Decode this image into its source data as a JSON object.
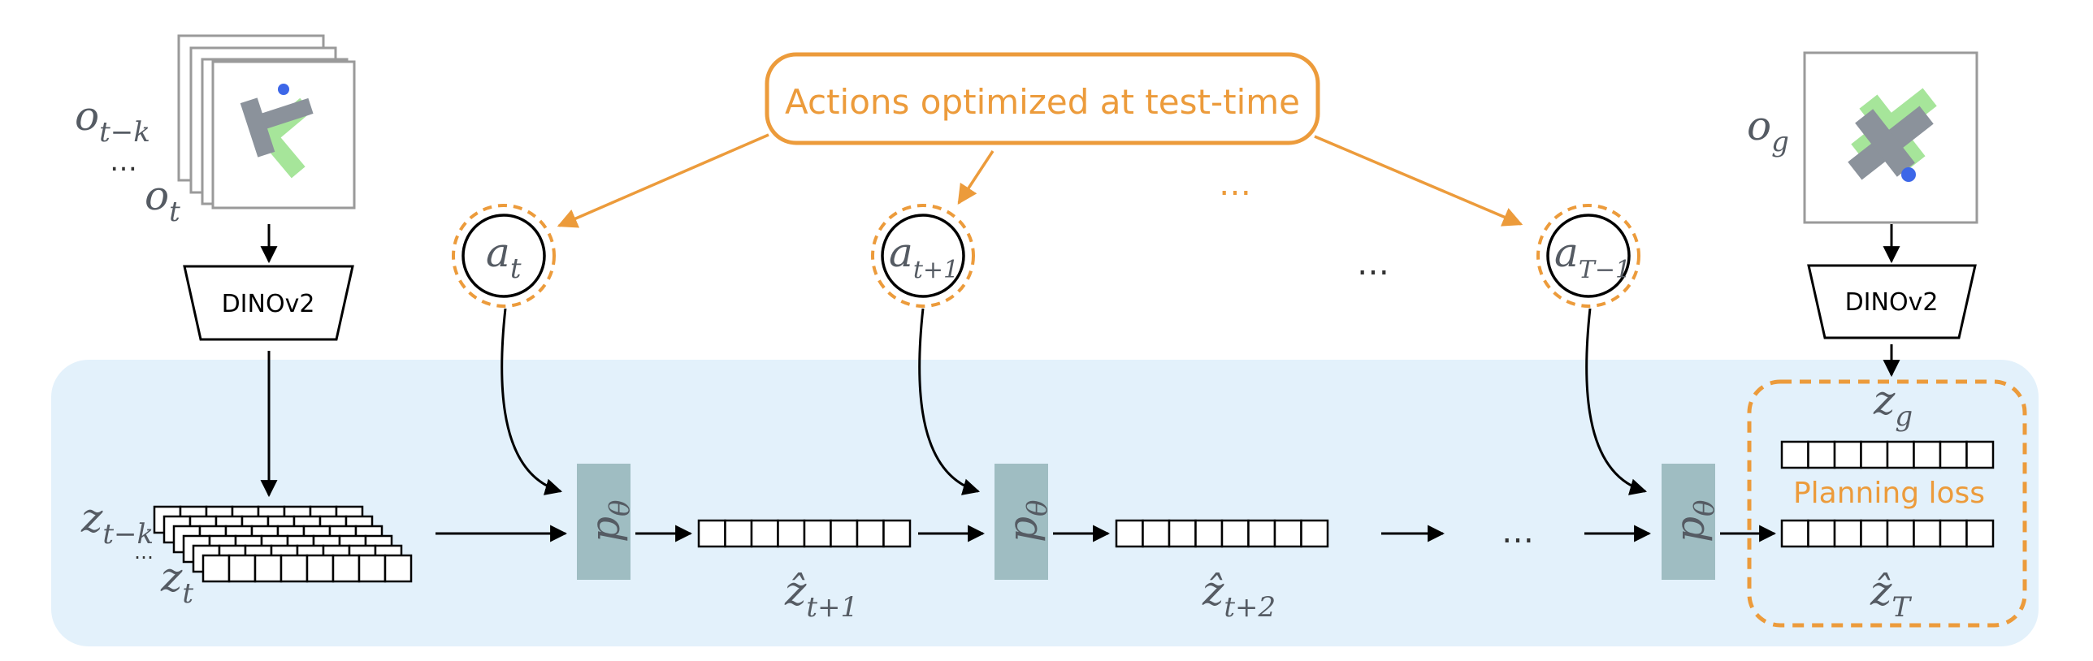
{
  "callout": {
    "text": "Actions optimized at test-time"
  },
  "encoder": {
    "left_label": "DINOv2",
    "right_label": "DINOv2"
  },
  "observations": {
    "ot_k": {
      "main": "o",
      "sub": "t−k"
    },
    "ot": {
      "main": "o",
      "sub": "t"
    },
    "og": {
      "main": "o",
      "sub": "g"
    },
    "dots": "…"
  },
  "actions": [
    {
      "main": "a",
      "sub": "t"
    },
    {
      "main": "a",
      "sub": "t+1"
    },
    {
      "main": "a",
      "sub": "T−1"
    }
  ],
  "ellipsis": {
    "top": "…",
    "mid": "…",
    "bottom": "…",
    "stack": "…"
  },
  "predictor": {
    "main": "p",
    "sub": "θ"
  },
  "latents": {
    "zt_k": {
      "main": "z",
      "sub": "t−k"
    },
    "zt": {
      "main": "z",
      "sub": "t"
    },
    "zhat1": {
      "main": "ẑ",
      "sub": "t+1"
    },
    "zhat2": {
      "main": "ẑ",
      "sub": "t+2"
    },
    "zg": {
      "main": "z",
      "sub": "g"
    },
    "zhatT": {
      "main": "ẑ",
      "sub": "T"
    }
  },
  "planning_loss": {
    "text": "Planning loss"
  },
  "colors": {
    "orange": "#ec9b3b",
    "panel_bg": "#e3f1fb",
    "predictor": "#9fbdc2",
    "math": "#555b63",
    "bar_gray": "#8b929b",
    "bar_green": "#a6e59a",
    "dot_blue": "#3d67e8"
  }
}
